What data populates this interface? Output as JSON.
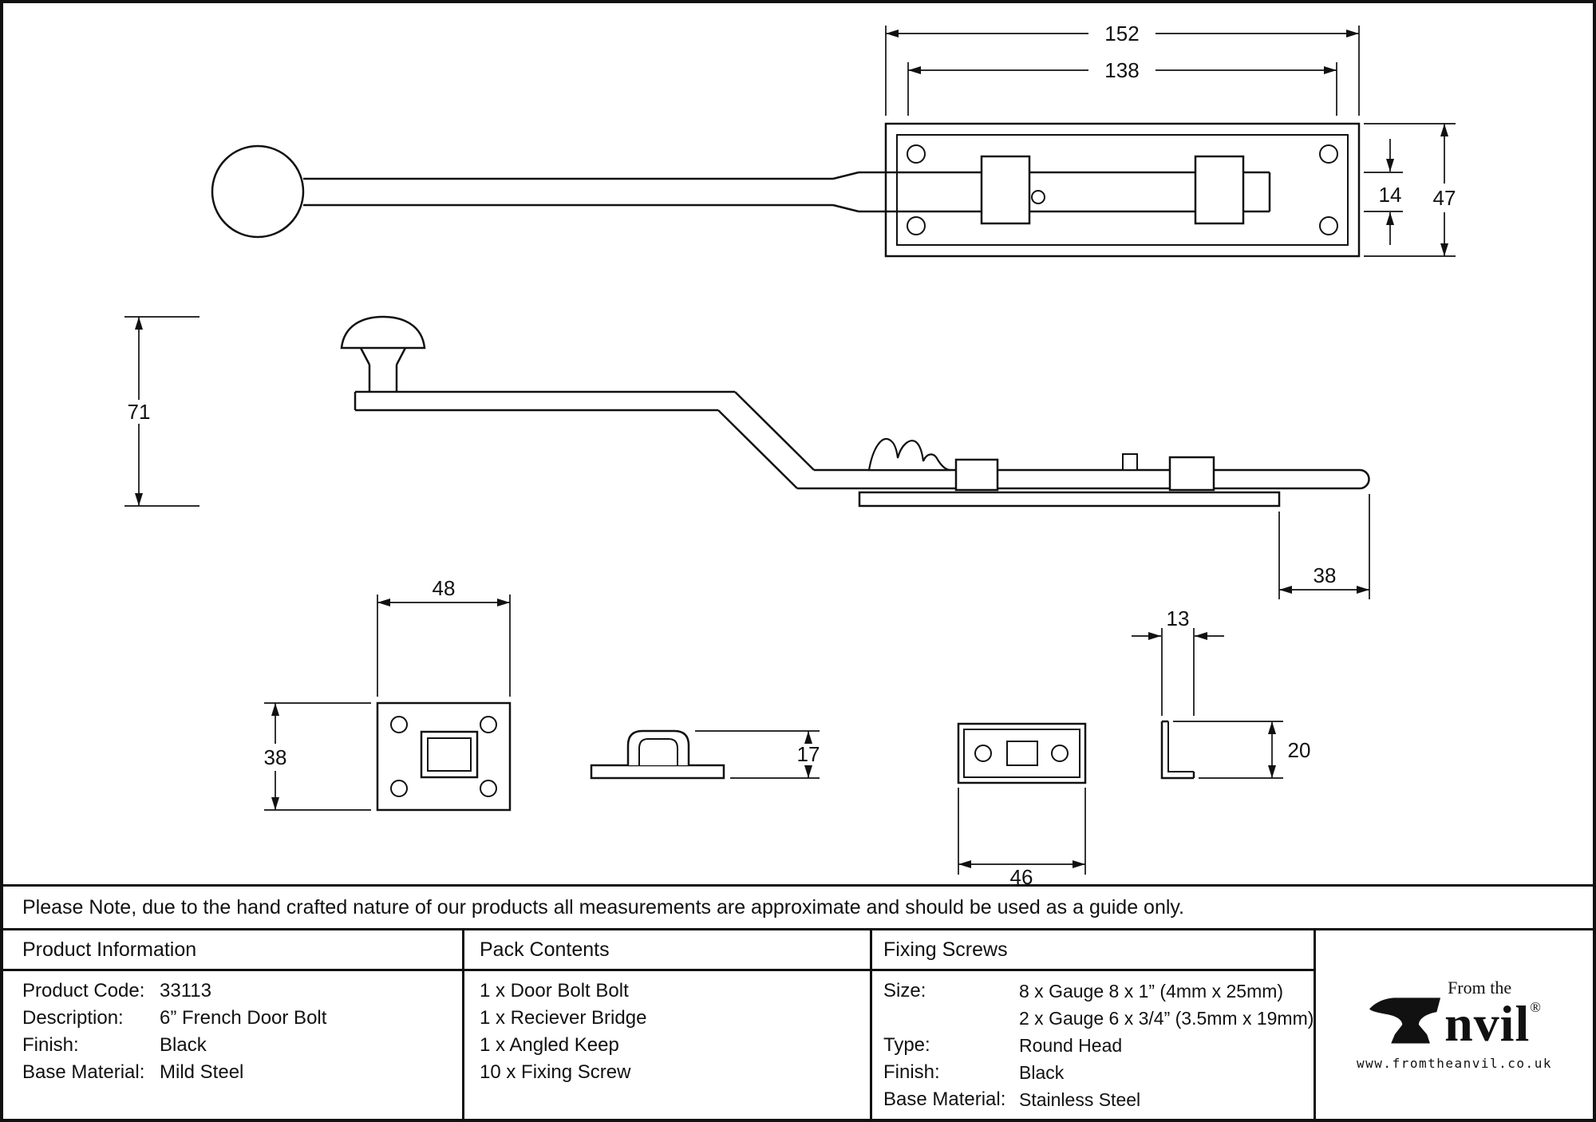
{
  "note": "Please Note, due to the hand crafted nature of our products all measurements are approximate and should be used as a guide only.",
  "dims": {
    "plate_width": "152",
    "hole_spacing": "138",
    "bolt_diameter": "14",
    "plate_height": "47",
    "knob_height": "71",
    "bolt_throw": "38",
    "receiver_width": "48",
    "receiver_height": "38",
    "bridge_height": "17",
    "keep_width": "46",
    "keep_depth": "13",
    "keep_height": "20"
  },
  "table": {
    "product_info": {
      "header": "Product Information",
      "rows": [
        {
          "label": "Product Code:",
          "value": "33113"
        },
        {
          "label": "Description:",
          "value": "6” French Door Bolt"
        },
        {
          "label": "Finish:",
          "value": "Black"
        },
        {
          "label": "Base Material:",
          "value": "Mild Steel"
        }
      ]
    },
    "pack_contents": {
      "header": "Pack Contents",
      "items": [
        "1 x Door Bolt Bolt",
        "1 x Reciever Bridge",
        "1 x Angled Keep",
        "10 x Fixing Screw"
      ]
    },
    "fixing_screws": {
      "header": "Fixing Screws",
      "rows": [
        {
          "label": "Size:",
          "value": "8 x Gauge 8 x 1” (4mm x 25mm)"
        },
        {
          "label": "",
          "value": "2 x Gauge 6 x 3/4” (3.5mm x 19mm)"
        },
        {
          "label": "Type:",
          "value": "Round Head"
        },
        {
          "label": "Finish:",
          "value": "Black"
        },
        {
          "label": "Base Material:",
          "value": "Stainless Steel"
        }
      ]
    }
  },
  "logo": {
    "tagline": "From the",
    "brand_suffix": "nvil",
    "registered": "®",
    "url": "www.fromtheanvil.co.uk"
  }
}
